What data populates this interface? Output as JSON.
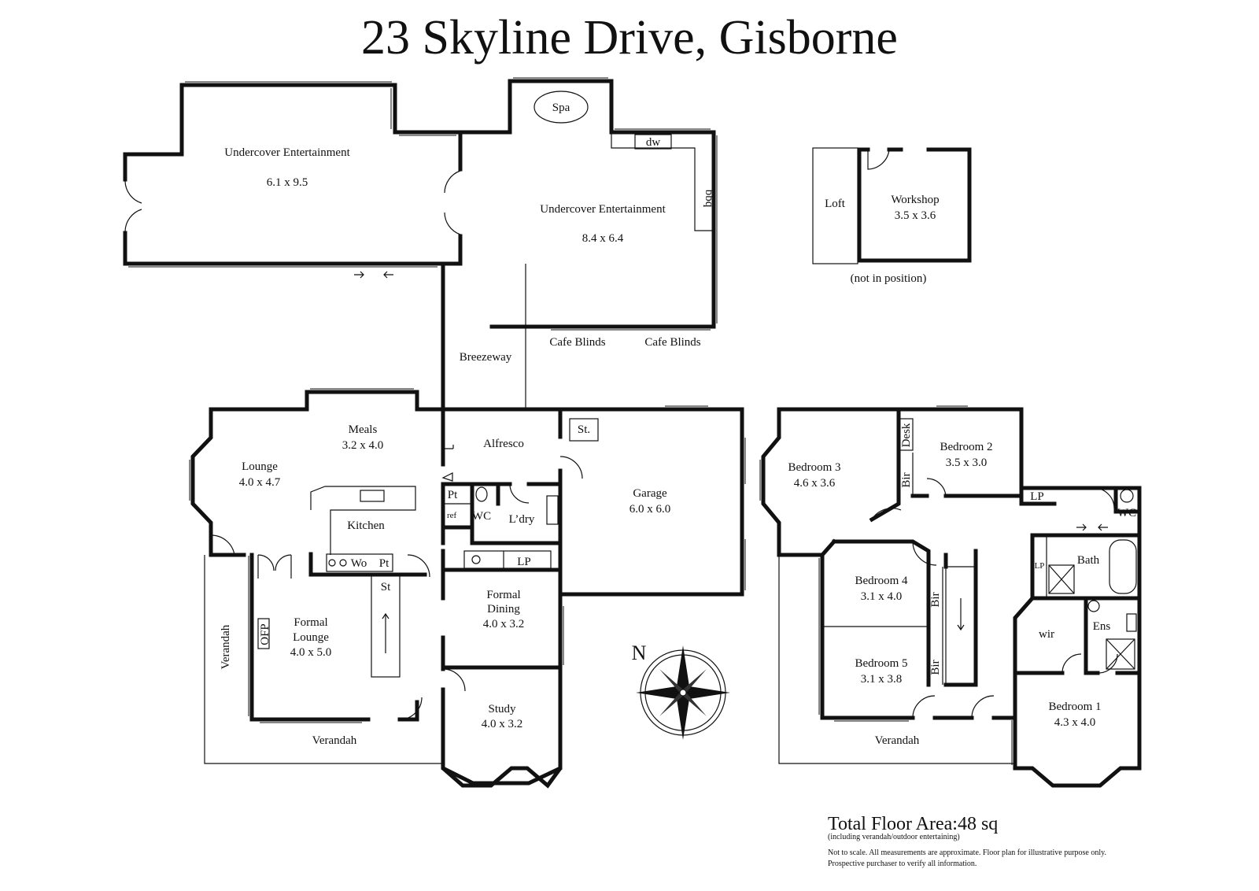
{
  "title": "23 Skyline Drive, Gisborne",
  "rooms": {
    "undercover1_name": "Undercover Entertainment",
    "undercover1_dim": "6.1 x 9.5",
    "spa": "Spa",
    "dw": "dw",
    "bbq": "bbq",
    "undercover2_name": "Undercover Entertainment",
    "undercover2_dim": "8.4 x 6.4",
    "cafe_blinds_1": "Cafe Blinds",
    "cafe_blinds_2": "Cafe Blinds",
    "breezeway": "Breezeway",
    "loft": "Loft",
    "workshop_name": "Workshop",
    "workshop_dim": "3.5 x 3.6",
    "not_in_position": "(not in position)",
    "meals_name": "Meals",
    "meals_dim": "3.2 x 4.0",
    "lounge_name": "Lounge",
    "lounge_dim": "4.0 x 4.7",
    "alfresco": "Alfresco",
    "st_garage": "St.",
    "garage_name": "Garage",
    "garage_dim": "6.0 x 6.0",
    "kitchen": "Kitchen",
    "pt1": "Pt",
    "ref": "ref",
    "wc1": "WC",
    "laundry": "L’dry",
    "wo": "Wo",
    "pt2": "Pt",
    "lp1": "LP",
    "st_stair": "St",
    "formal_dining_1": "Formal",
    "formal_dining_2": "Dining",
    "formal_dining_dim": "4.0 x 3.2",
    "ofp": "OFP",
    "formal_lounge_1": "Formal",
    "formal_lounge_2": "Lounge",
    "formal_lounge_dim": "4.0 x 5.0",
    "verandah_side": "Verandah",
    "verandah_front": "Verandah",
    "study_name": "Study",
    "study_dim": "4.0 x 3.2",
    "compass_n": "N",
    "bedroom3_name": "Bedroom 3",
    "bedroom3_dim": "4.6 x 3.6",
    "desk": "Desk",
    "bir1": "Bir",
    "bedroom2_name": "Bedroom 2",
    "bedroom2_dim": "3.5 x 3.0",
    "lp2": "LP",
    "wc2": "WC",
    "lp3": "LP",
    "bath": "Bath",
    "bedroom4_name": "Bedroom 4",
    "bedroom4_dim": "3.1 x 4.0",
    "bir2": "Bir",
    "bedroom5_name": "Bedroom 5",
    "bedroom5_dim": "3.1 x 3.8",
    "bir3": "Bir",
    "wir": "wir",
    "ens": "Ens",
    "bedroom1_name": "Bedroom 1",
    "bedroom1_dim": "4.3 x 4.0",
    "verandah_upper": "Verandah"
  },
  "footer": {
    "total_area": "Total Floor Area:48 sq",
    "including": "(including verandah/outdoor entertaining)",
    "disclaimer_1": "Not to scale. All measurements are approximate. Floor plan for illustrative purpose only.",
    "disclaimer_2": "Prospective purchaser to verify all information."
  }
}
